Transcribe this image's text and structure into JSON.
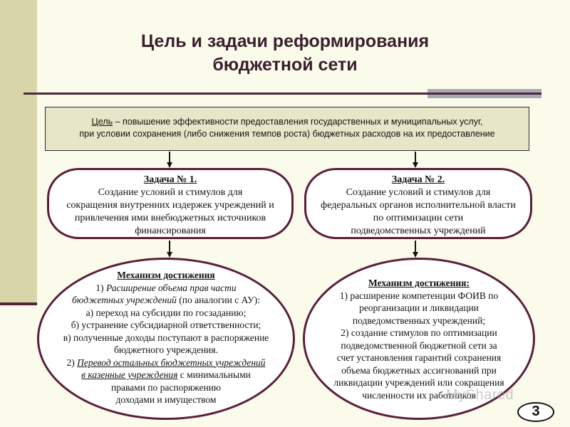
{
  "title_line1": "Цель и задачи реформирования",
  "title_line2": "бюджетной сети",
  "goal": {
    "label": "Цель",
    "line1_rest": " – повышение эффективности предоставления государственных и муниципальных услуг,",
    "line2": "при условии сохранения (либо снижения темпов роста) бюджетных расходов на их предоставление"
  },
  "task1": {
    "title": "Задача № 1.",
    "lines": [
      "Создание условий и стимулов для",
      "сокращения внутренних издержек учреждений и",
      "привлечения ими внебюджетных источников",
      "финансирования"
    ]
  },
  "task2": {
    "title": "Задача № 2.",
    "lines": [
      "Создание условий и стимулов для",
      "федеральных органов исполнительной власти",
      "по оптимизации сети",
      "подведомственных учреждений"
    ]
  },
  "mech1": {
    "title": "Механизм достижения",
    "l1_num": "1) ",
    "l1_it": "Расширение объема прав части",
    "l2_it": "бюджетных учреждений",
    "l2_rest": " (по аналогии с АУ):",
    "l3": "а) переход на субсидии по госзаданию;",
    "l4": "б) устранение субсидиарной ответственности;",
    "l5": "в) полученные доходы поступают в распоряжение",
    "l6": "бюджетного учреждения.",
    "l7_num": "2) ",
    "l7_itu": "Перевод остальных бюджетных учреждений",
    "l8_itu": "в казенные учреждения",
    "l8_rest": " с минимальными",
    "l9": "правами по распоряжению",
    "l10": "доходами и имуществом"
  },
  "mech2": {
    "title": "Механизм достижения:",
    "lines": [
      "1) расширение компетенции ФОИВ по",
      "реорганизации и ликвидации",
      "подведомственных учреждений;",
      "2) создание стимулов по оптимизации",
      "подведомственной бюджетной сети за",
      "счет установления гарантий сохранения",
      "объема бюджетных ассигнований при",
      "ликвидации учреждений или сокращения",
      "численности их работников"
    ]
  },
  "watermark": "MyShared",
  "page_number": "3",
  "colors": {
    "background": "#fbfbeb",
    "accent_border": "#5a1f3a",
    "goal_fill": "#e7e6c9",
    "left_band": "#d8d6a8"
  }
}
